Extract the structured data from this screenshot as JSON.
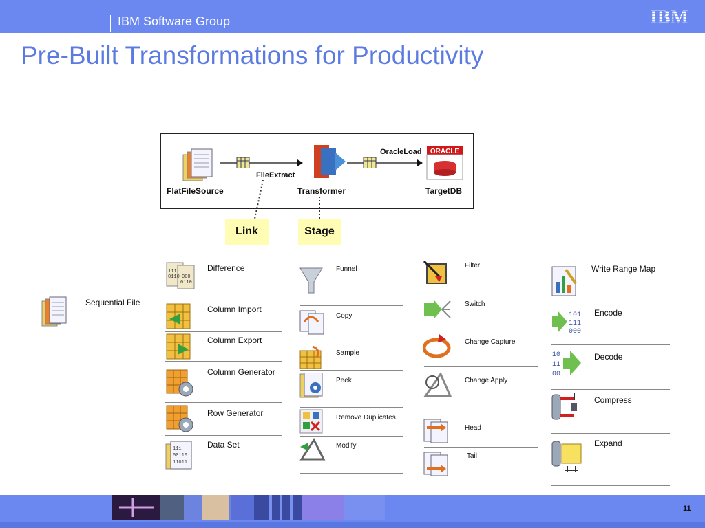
{
  "header": {
    "group": "IBM Software Group",
    "logo": "IBM"
  },
  "title": "Pre-Built Transformations for Productivity",
  "diagram": {
    "nodes": {
      "source": "FlatFileSource",
      "transformer": "Transformer",
      "target": "TargetDB"
    },
    "links": {
      "file_extract": "FileExtract",
      "oracle_load": "OracleLoad"
    },
    "oracle_badge": "ORACLE",
    "callouts": {
      "link": "Link",
      "stage": "Stage"
    }
  },
  "stages": {
    "sequential_file": "Sequential File",
    "col2": [
      "Difference",
      "Column Import",
      "Column Export",
      "Column Generator",
      "Row Generator",
      "Data Set"
    ],
    "col3": [
      "Funnel",
      "Copy",
      "Sample",
      "Peek",
      "Remove Duplicates",
      "Modify"
    ],
    "col4": [
      "Filter",
      "Switch",
      "Change Capture",
      "Change Apply",
      "Head",
      "Tail"
    ],
    "col5": [
      "Write Range Map",
      "Encode",
      "Decode",
      "Compress",
      "Expand"
    ]
  },
  "icon_bits": {
    "difference": [
      "111",
      "0110",
      "000",
      "0110"
    ],
    "encode": [
      "101",
      "111",
      "000"
    ],
    "decode": [
      "10",
      "11",
      "00"
    ],
    "dataset": [
      "111",
      "00110",
      "11011"
    ]
  },
  "footer": {
    "page": "11"
  }
}
